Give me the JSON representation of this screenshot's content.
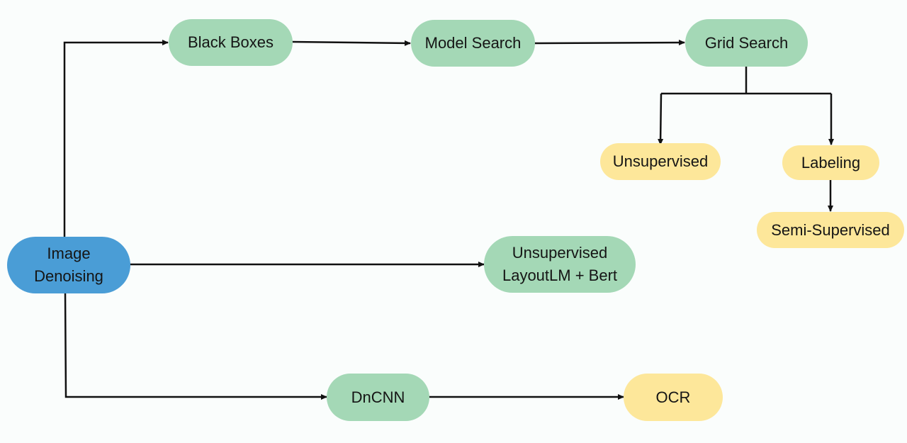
{
  "colors": {
    "background": "#fafdfc",
    "green_node": "#a4d8b6",
    "yellow_node": "#fde79a",
    "blue_node": "#4a9dd6",
    "edge": "#111111",
    "text": "#151515"
  },
  "nodes": {
    "image_denoising": {
      "line1": "Image",
      "line2": "Denoising",
      "color": "blue"
    },
    "black_boxes": {
      "label": "Black Boxes",
      "color": "green"
    },
    "model_search": {
      "label": "Model Search",
      "color": "green"
    },
    "grid_search": {
      "label": "Grid Search",
      "color": "green"
    },
    "unsupervised": {
      "label": "Unsupervised",
      "color": "yellow"
    },
    "labeling": {
      "label": "Labeling",
      "color": "yellow"
    },
    "semi_supervised": {
      "label": "Semi-Supervised",
      "color": "yellow"
    },
    "unsupervised_layoutlm": {
      "line1": "Unsupervised",
      "line2": "LayoutLM + Bert",
      "color": "green"
    },
    "dncnn": {
      "label": "DnCNN",
      "color": "green"
    },
    "ocr": {
      "label": "OCR",
      "color": "yellow"
    }
  },
  "edges": [
    {
      "from": "image_denoising",
      "to": "black_boxes"
    },
    {
      "from": "black_boxes",
      "to": "model_search"
    },
    {
      "from": "model_search",
      "to": "grid_search"
    },
    {
      "from": "grid_search",
      "to": "unsupervised"
    },
    {
      "from": "grid_search",
      "to": "labeling"
    },
    {
      "from": "labeling",
      "to": "semi_supervised"
    },
    {
      "from": "image_denoising",
      "to": "unsupervised_layoutlm"
    },
    {
      "from": "image_denoising",
      "to": "dncnn"
    },
    {
      "from": "dncnn",
      "to": "ocr"
    }
  ]
}
